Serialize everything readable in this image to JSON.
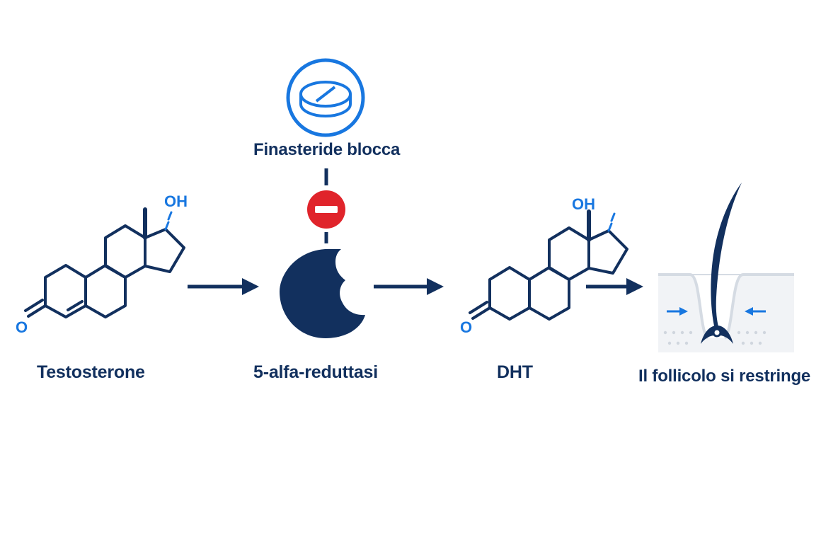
{
  "steps": {
    "testosterone": "Testosterone",
    "enzyme": "5-alfa-reduttasi",
    "dht": "DHT",
    "follicle": "Il follicolo si restringe"
  },
  "inhibitor": {
    "label": "Finasteride blocca",
    "icon": "pill-icon",
    "block_icon": "no-entry-icon"
  },
  "atoms": {
    "oxygen": "O",
    "hydroxyl": "OH"
  },
  "colors": {
    "navy": "#12305e",
    "blue": "#1877e0",
    "red": "#e0242b"
  }
}
